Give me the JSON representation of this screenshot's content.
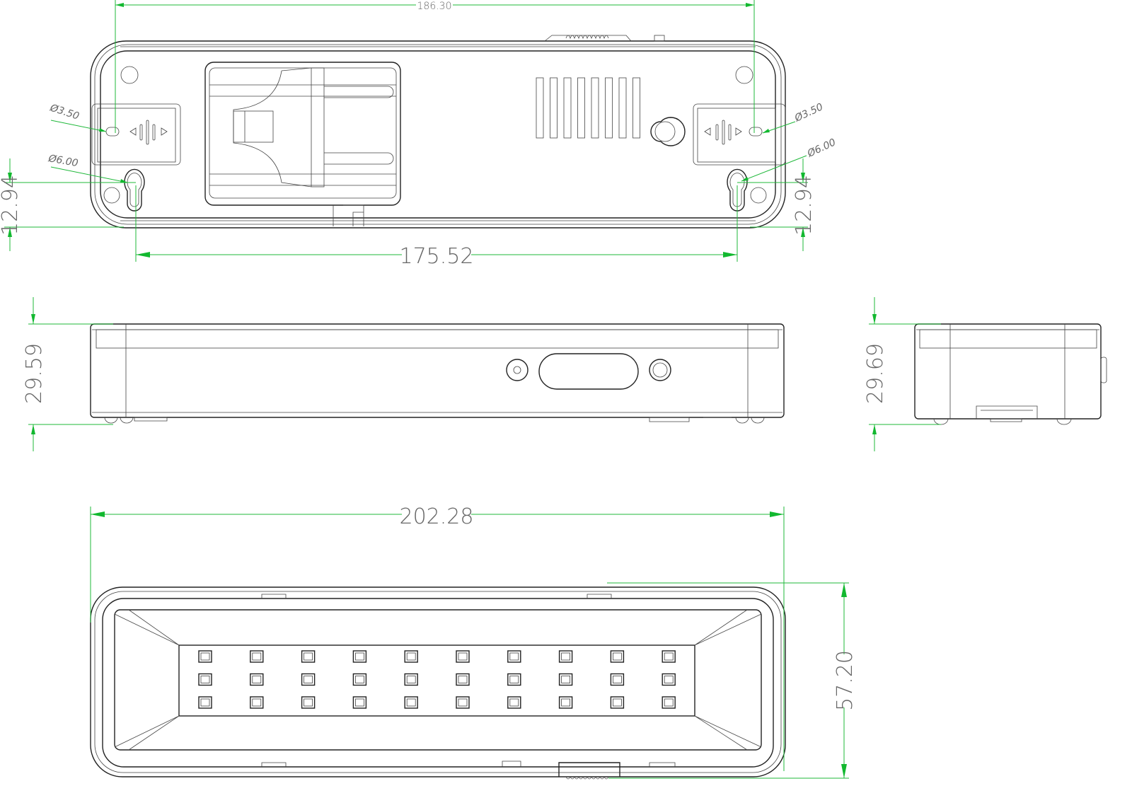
{
  "dimensions": {
    "top_width": "186.30",
    "mount_spacing": "175.52",
    "mount_offset_left": "12.94",
    "mount_offset_right": "12.94",
    "slot_left": "Ø3.50",
    "slot_right": "Ø3.50",
    "keyhole_left": "Ø6.00",
    "keyhole_right": "Ø6.00",
    "side_height": "29.59",
    "end_height": "29.69",
    "front_width": "202.28",
    "front_height": "57.20"
  },
  "led_grid": {
    "columns": 10,
    "rows": 3
  },
  "colors": {
    "outline": "#222222",
    "dimension": "#1fb83a"
  }
}
